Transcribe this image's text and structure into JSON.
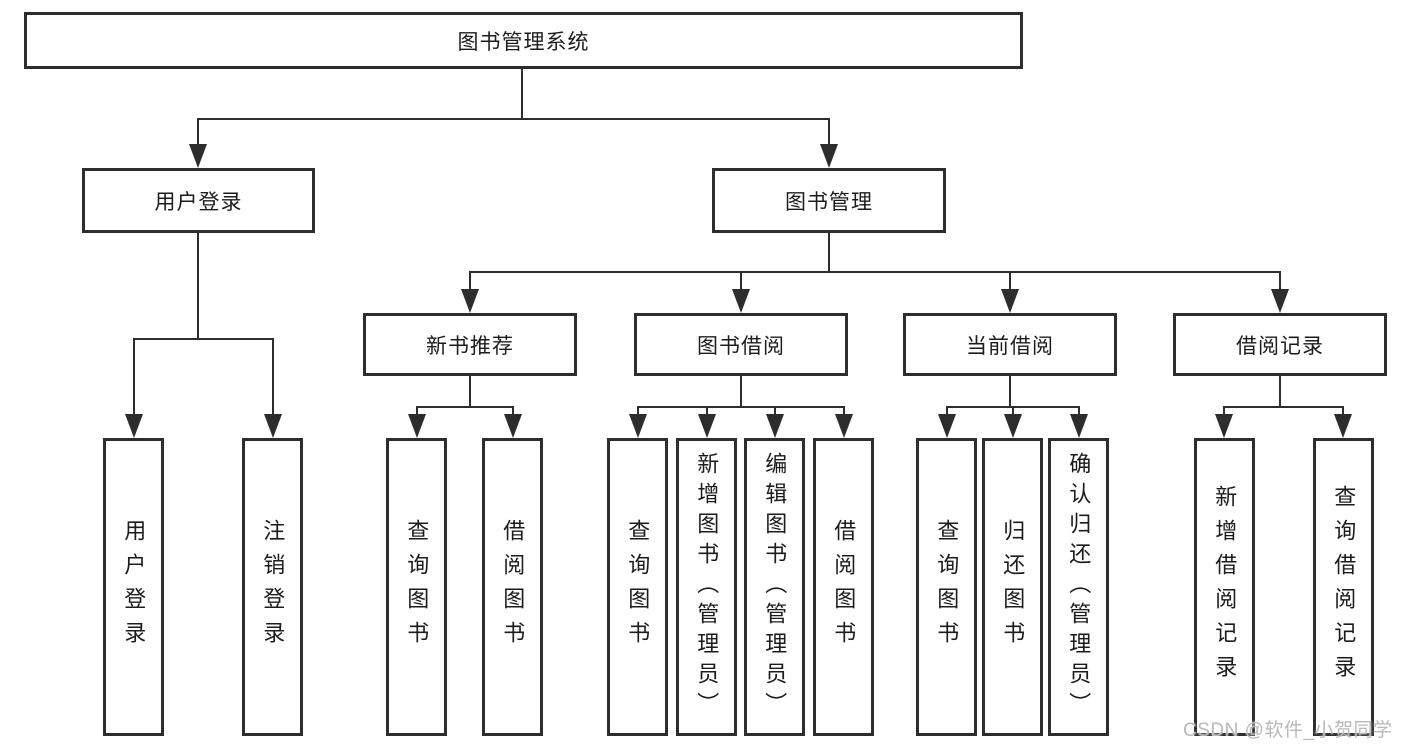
{
  "diagram": {
    "root": "图书管理系统",
    "branches": [
      {
        "label": "用户登录",
        "leaves": [
          "用户登录",
          "注销登录"
        ]
      },
      {
        "label": "图书管理",
        "groups": [
          {
            "label": "新书推荐",
            "leaves": [
              "查询图书",
              "借阅图书"
            ]
          },
          {
            "label": "图书借阅",
            "leaves": [
              "查询图书",
              "新增图书（管理员）",
              "编辑图书（管理员）",
              "借阅图书"
            ]
          },
          {
            "label": "当前借阅",
            "leaves": [
              "查询图书",
              "归还图书",
              "确认归还（管理员）"
            ]
          },
          {
            "label": "借阅记录",
            "leaves": [
              "新增借阅记录",
              "查询借阅记录"
            ]
          }
        ]
      }
    ]
  },
  "colors": {
    "line": "#2d2d2d",
    "text": "#1c1c1c",
    "watermark": "#b9b9b9",
    "background": "#ffffff"
  },
  "watermark": "CSDN @软件_小贺同学"
}
